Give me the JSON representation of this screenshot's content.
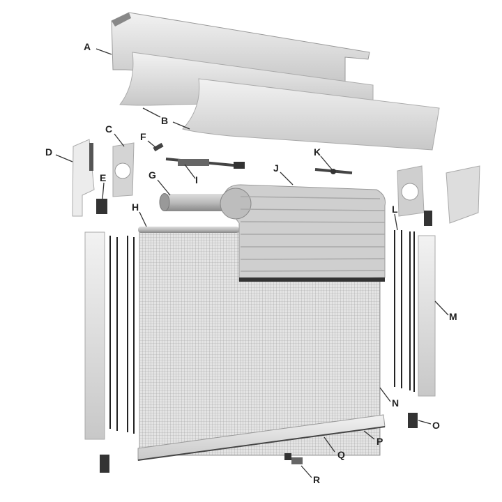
{
  "diagram": {
    "labels": {
      "A": "A",
      "B": "B",
      "C": "C",
      "D": "D",
      "E": "E",
      "F": "F",
      "G": "G",
      "H": "H",
      "I": "I",
      "J": "J",
      "K": "K",
      "L": "L",
      "M": "M",
      "N": "N",
      "O": "O",
      "P": "P",
      "Q": "Q",
      "R": "R"
    }
  }
}
